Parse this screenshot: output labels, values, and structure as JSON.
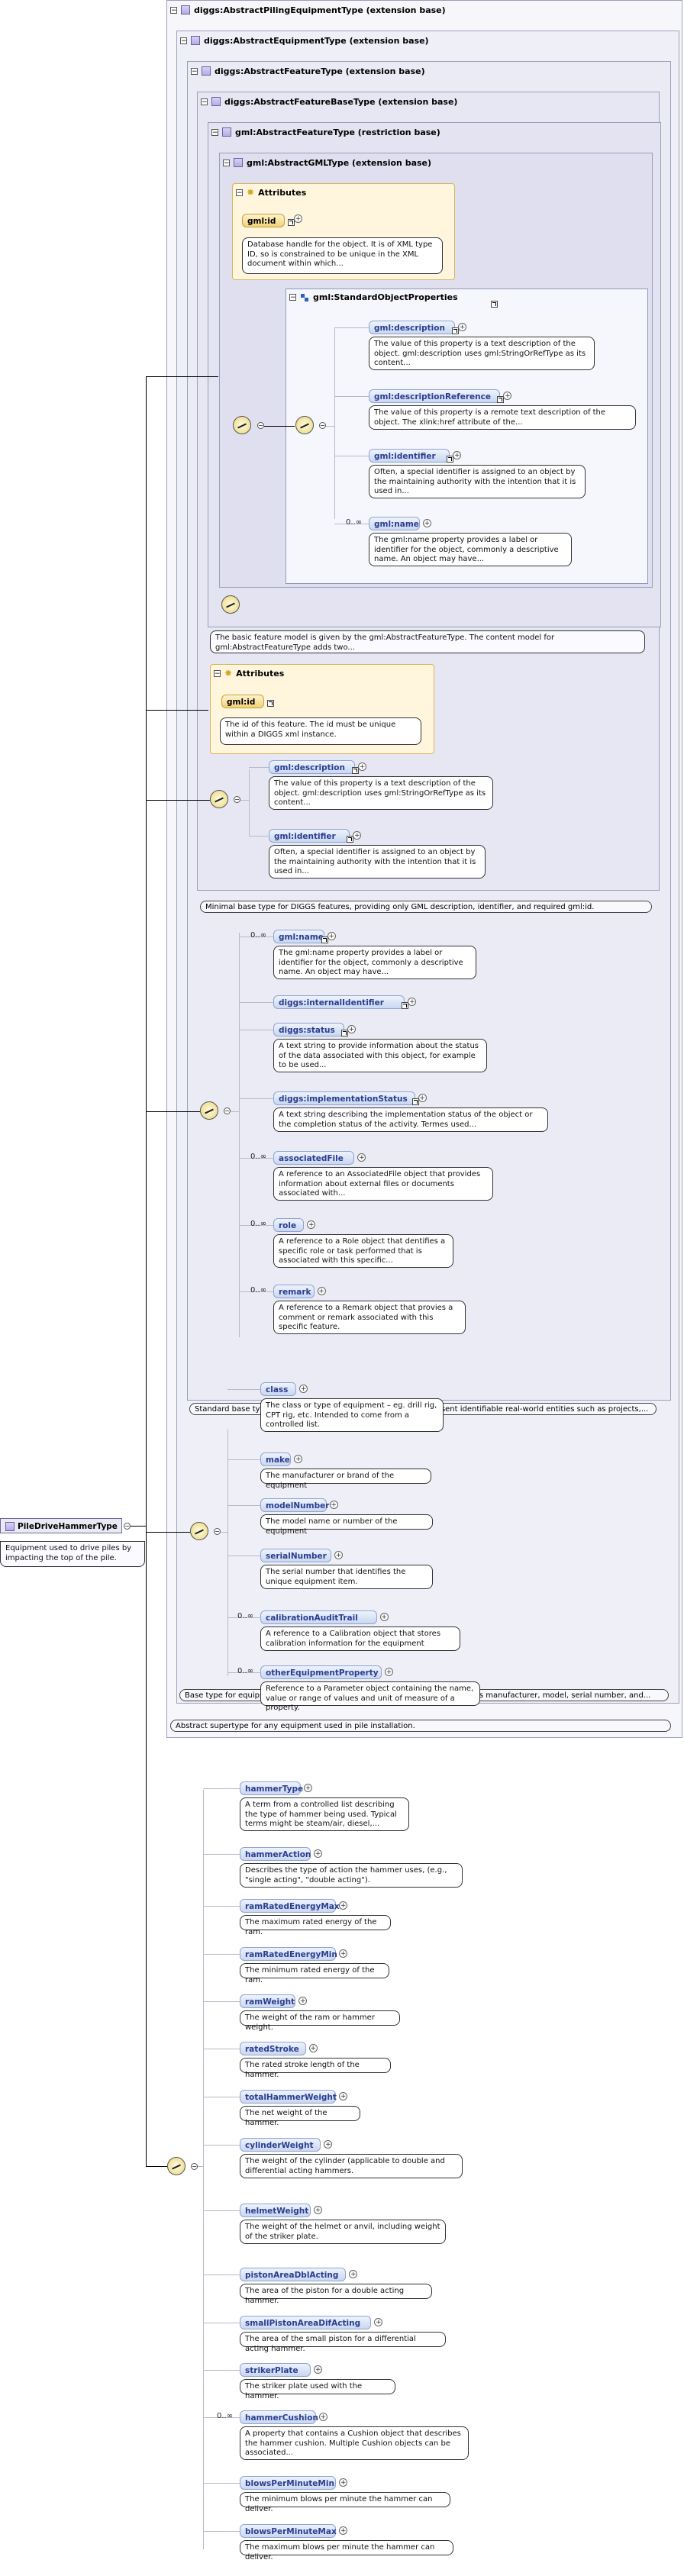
{
  "title_types": {
    "piling": "diggs:AbstractPilingEquipmentType (extension base)",
    "equipment": "diggs:AbstractEquipmentType (extension base)",
    "feature": "diggs:AbstractFeatureType (extension base)",
    "featurebase": "diggs:AbstractFeatureBaseType (extension base)",
    "gmlfeature": "gml:AbstractFeatureType (restriction base)",
    "gmltype": "gml:AbstractGMLType (extension base)"
  },
  "attributes_label": "Attributes",
  "standard_props_label": "gml:StandardObjectProperties",
  "gml_type": {
    "id_label": "gml:id",
    "id_doc": "Database handle for the object. It is of XML type ID, so is constrained to be unique in the XML document within which...",
    "items": [
      {
        "name": "gml:description",
        "doc": "The value of this property is a text description of the object. gml:description uses gml:StringOrRefType as its content...",
        "mult": ""
      },
      {
        "name": "gml:descriptionReference",
        "doc": "The value of this property is a remote text description of the object. The xlink:href attribute of the...",
        "mult": ""
      },
      {
        "name": "gml:identifier",
        "doc": "Often, a special identifier is assigned to an object by the maintaining authority with the intention that it is used in...",
        "mult": ""
      },
      {
        "name": "gml:name",
        "doc": "The gml:name property provides a label or identifier for the object, commonly a descriptive name. An object may have...",
        "mult": "0..∞"
      }
    ]
  },
  "gml_feature_ann": "The basic feature model is given by the gml:AbstractFeatureType. The content model for gml:AbstractFeatureType adds two...",
  "feature_base": {
    "id_label": "gml:id",
    "id_doc": "The id of this feature. The id must be unique within a DIGGS xml instance.",
    "items": [
      {
        "name": "gml:description",
        "doc": "The value of this property is a text description of the object. gml:description uses gml:StringOrRefType as its content..."
      },
      {
        "name": "gml:identifier",
        "doc": "Often, a special identifier is assigned to an object by the maintaining authority with the intention that it is used in..."
      }
    ],
    "ann": "Minimal base type for DIGGS features, providing only GML description, identifier, and required gml:id."
  },
  "feature": {
    "items": [
      {
        "name": "gml:name",
        "mult": "0..∞",
        "doc": "The gml:name property provides a label or identifier for the object, commonly a descriptive name. An object may have..."
      },
      {
        "name": "diggs:internalIdentifier",
        "mult": "",
        "doc": ""
      },
      {
        "name": "diggs:status",
        "mult": "",
        "doc": "A text string to provide information about the status of the data associated with this object, for example to be used..."
      },
      {
        "name": "diggs:implementationStatus",
        "mult": "",
        "doc": "A text string describing the implementation status of the object or the completion status of the activity. Termes used..."
      },
      {
        "name": "associatedFile",
        "mult": "0..∞",
        "doc": "A reference to an AssociatedFile object that provides information about external files or documents associated with..."
      },
      {
        "name": "role",
        "mult": "0..∞",
        "doc": "A reference to a Role object that dentifies a specific role or task performed that is associated with this specific..."
      },
      {
        "name": "remark",
        "mult": "0..∞",
        "doc": "A reference to a Remark object that provies a comment or remark associated with this specific feature."
      }
    ],
    "ann": "Standard base type for all DIGGS feature objects. Features represent identifiable real-world entities such as projects,..."
  },
  "equipment": {
    "items": [
      {
        "name": "class",
        "mult": "",
        "doc": "The class or type of equipment – eg. drill rig, CPT rig, etc. Intended to come from a controlled list."
      },
      {
        "name": "make",
        "mult": "",
        "doc": "The manufacturer or brand of the equipment"
      },
      {
        "name": "modelNumber",
        "mult": "",
        "doc": "The model name or number of the equipment"
      },
      {
        "name": "serialNumber",
        "mult": "",
        "doc": "The serial number that identifies the unique equipment item."
      },
      {
        "name": "calibrationAuditTrail",
        "mult": "0..∞",
        "doc": "A reference to a Calibration object that stores calibration information for the equipment"
      },
      {
        "name": "otherEquipmentProperty",
        "mult": "0..∞",
        "doc": "Reference to a Parameter object containing the name, value or range of values and unit of measure of a property."
      }
    ],
    "ann": "Base type for equipment objects used in geotechnical investigations. Includes manufacturer, model, serial number, and..."
  },
  "piling_ann": "Abstract supertype for any equipment used in pile installation.",
  "root": {
    "name": "PileDriveHammerType",
    "doc": "Equipment used to drive piles by impacting the top of the pile."
  },
  "hammer": {
    "items": [
      {
        "name": "hammerType",
        "mult": "",
        "doc": "A term from a controlled list describing the type of hammer being used. Typical terms might be steam/air, diesel,..."
      },
      {
        "name": "hammerAction",
        "mult": "",
        "doc": "Describes the type of action the hammer uses, (e.g., \"single acting\", \"double acting\")."
      },
      {
        "name": "ramRatedEnergyMax",
        "mult": "",
        "doc": "The maximum rated energy of the ram."
      },
      {
        "name": "ramRatedEnergyMin",
        "mult": "",
        "doc": "The minimum rated energy of the ram."
      },
      {
        "name": "ramWeight",
        "mult": "",
        "doc": "The weight of the ram or hammer weight."
      },
      {
        "name": "ratedStroke",
        "mult": "",
        "doc": "The rated stroke length of the hammer."
      },
      {
        "name": "totalHammerWeight",
        "mult": "",
        "doc": "The net weight of the hammer."
      },
      {
        "name": "cylinderWeight",
        "mult": "",
        "doc": "The weight of the cylinder (applicable to double and differential acting hammers."
      },
      {
        "name": "helmetWeight",
        "mult": "",
        "doc": "The weight of the helmet or anvil, including weight of the striker plate."
      },
      {
        "name": "pistonAreaDblActing",
        "mult": "",
        "doc": "The area of the piston for a double acting hammer."
      },
      {
        "name": "smallPistonAreaDifActing",
        "mult": "",
        "doc": "The area of the small piston for a differential acting hammer."
      },
      {
        "name": "strikerPlate",
        "mult": "",
        "doc": "The striker plate used with the hammer."
      },
      {
        "name": "hammerCushion",
        "mult": "0..∞",
        "doc": "A property that contains a Cushion object that describes the hammer cushion. Multiple Cushion objects can be associated..."
      },
      {
        "name": "blowsPerMinuteMin",
        "mult": "",
        "doc": "The minimum blows per minute the hammer can deliver."
      },
      {
        "name": "blowsPerMinuteMax",
        "mult": "",
        "doc": "The maximum blows per minute the hammer can deliver."
      }
    ]
  }
}
